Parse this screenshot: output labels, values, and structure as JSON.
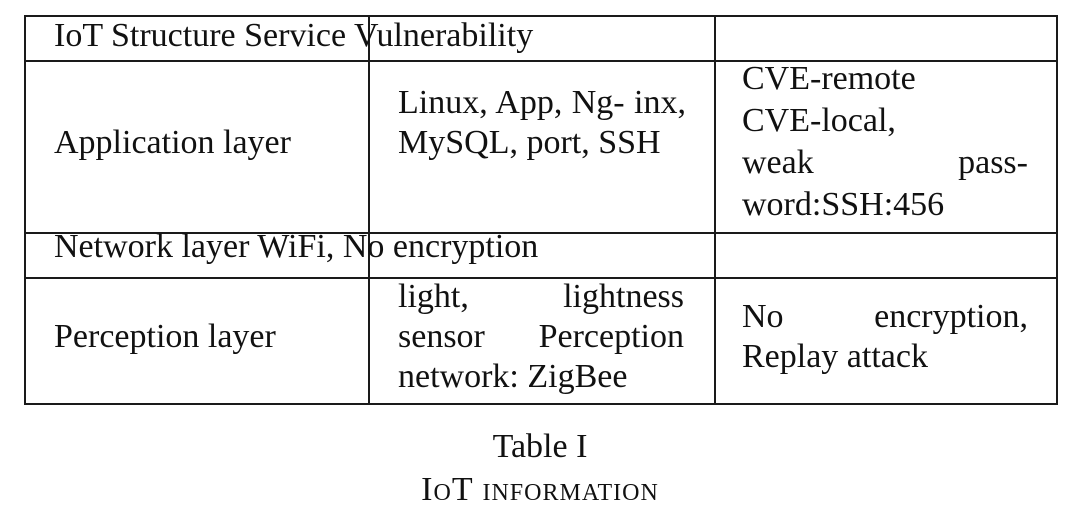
{
  "table": {
    "header_overflow_text": "IoT Structure Service Vulnerability",
    "rows": [
      {
        "layer": "Application layer",
        "service": "Linux, App, Ng- inx, MySQL, port, SSH",
        "vulnerability_lines": [
          "CVE-remote",
          "CVE-local,",
          "weak pass-",
          "word:SSH:456"
        ]
      },
      {
        "overflow_text": "Network layer WiFi, No encryption"
      },
      {
        "layer": "Perception layer",
        "service": "light, lightness sensor Perception network: ZigBee",
        "vulnerability": "No encryption, Replay attack"
      }
    ]
  },
  "caption": {
    "title": "Table I",
    "subtitle": "IoT information"
  }
}
